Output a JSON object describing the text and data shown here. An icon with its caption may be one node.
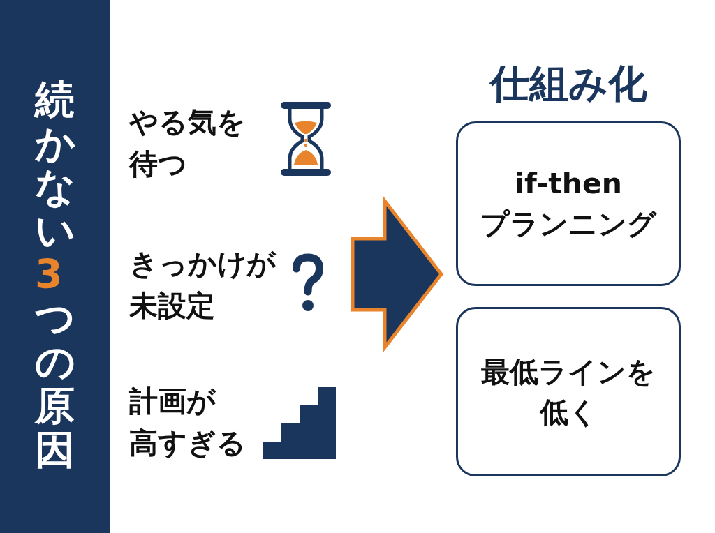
{
  "diagram": {
    "nodes": [
      {
        "text": [
          "続かない**3**つの原因"
        ]
      },
      {
        "text": [
          "if-then プランニング"
        ]
      },
      {
        "text": [
          "最低ラインを低く"
        ]
      }
    ],
    "labels": [
      "やる気を待つ",
      "きっかけが未設定",
      "計画が高すぎる",
      "仕組み化"
    ]
  }
}
